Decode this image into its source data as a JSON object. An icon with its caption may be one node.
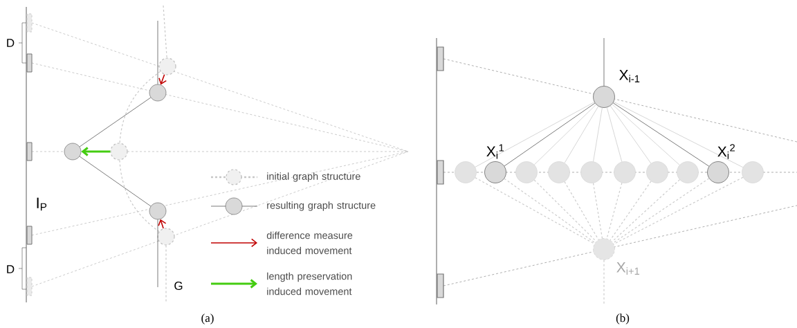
{
  "diagram": {
    "nodes": [
      {
        "text": [],
        "shape": "circle"
      },
      {
        "text": [],
        "shape": "circle"
      },
      {
        "text": [],
        "shape": "circle"
      },
      {
        "text": [],
        "shape": "circle"
      },
      {
        "text": [],
        "shape": "circle"
      },
      {
        "text": [],
        "shape": "circle"
      },
      {
        "text": [],
        "shape": "circle",
        "beside": [
          "X$_{i-1}$"
        ]
      },
      {
        "text": [],
        "shape": "circle"
      },
      {
        "text": [],
        "shape": "circle",
        "beside": [
          "X$_{i}$$^{1}$"
        ]
      },
      {
        "text": [],
        "shape": "circle"
      },
      {
        "text": [],
        "shape": "circle"
      },
      {
        "text": [],
        "shape": "circle"
      },
      {
        "text": [],
        "shape": "circle"
      },
      {
        "text": [],
        "shape": "circle"
      },
      {
        "text": [],
        "shape": "circle"
      },
      {
        "text": [],
        "shape": "circle",
        "beside": [
          "X$_{i}$$^{2}$"
        ]
      },
      {
        "text": [],
        "shape": "circle"
      },
      {
        "text": [],
        "shape": "circle",
        "beside": [
          "X$_{i+1}$"
        ]
      }
    ],
    "edges": [
      {
        "from": 0,
        "to": 1,
        "arrow": "none",
        "style": "dashed",
        "color": "#c8c8c8"
      },
      {
        "from": 1,
        "to": 2,
        "arrow": "none",
        "style": "dashed",
        "color": "#c8c8c8"
      },
      {
        "from": null,
        "to": 0,
        "arrow": "none",
        "style": "dashed",
        "color": "#c8c8c8"
      },
      {
        "from": 2,
        "to": null,
        "arrow": "none",
        "style": "dashed",
        "color": "#c8c8c8"
      },
      {
        "from": 3,
        "to": 4,
        "arrow": "none",
        "color": "#595959"
      },
      {
        "from": 4,
        "to": 5,
        "arrow": "none",
        "color": "#595959"
      },
      {
        "from": null,
        "to": 3,
        "arrow": "none",
        "color": "#595959"
      },
      {
        "from": 5,
        "to": null,
        "arrow": "none",
        "color": "#595959"
      },
      {
        "from": 0,
        "to": 3,
        "arrow": "to",
        "color": "#c00000"
      },
      {
        "from": 1,
        "to": 4,
        "arrow": "to",
        "style": "thick",
        "color": "#44cc11"
      },
      {
        "from": 2,
        "to": 5,
        "arrow": "to",
        "color": "#c00000"
      },
      {
        "from": null,
        "to": 6,
        "arrow": "none",
        "color": "#595959"
      },
      {
        "from": 6,
        "to": 7,
        "arrow": "none",
        "color": "#cccccc"
      },
      {
        "from": 6,
        "to": 8,
        "arrow": "none",
        "color": "#595959"
      },
      {
        "from": 6,
        "to": 9,
        "arrow": "none",
        "color": "#cccccc"
      },
      {
        "from": 6,
        "to": 10,
        "arrow": "none",
        "color": "#cccccc"
      },
      {
        "from": 6,
        "to": 11,
        "arrow": "none",
        "color": "#cccccc"
      },
      {
        "from": 6,
        "to": 12,
        "arrow": "none",
        "color": "#cccccc"
      },
      {
        "from": 6,
        "to": 13,
        "arrow": "none",
        "color": "#cccccc"
      },
      {
        "from": 6,
        "to": 14,
        "arrow": "none",
        "color": "#cccccc"
      },
      {
        "from": 6,
        "to": 15,
        "arrow": "none",
        "color": "#595959"
      },
      {
        "from": 6,
        "to": 16,
        "arrow": "none",
        "color": "#cccccc"
      },
      {
        "from": 7,
        "to": 17,
        "arrow": "none",
        "style": "dashed",
        "color": "#cccccc"
      },
      {
        "from": 8,
        "to": 17,
        "arrow": "none",
        "style": "dashed",
        "color": "#cccccc"
      },
      {
        "from": 9,
        "to": 17,
        "arrow": "none",
        "style": "dashed",
        "color": "#cccccc"
      },
      {
        "from": 10,
        "to": 17,
        "arrow": "none",
        "style": "dashed",
        "color": "#cccccc"
      },
      {
        "from": 11,
        "to": 17,
        "arrow": "none",
        "style": "dashed",
        "color": "#cccccc"
      },
      {
        "from": 12,
        "to": 17,
        "arrow": "none",
        "style": "dashed",
        "color": "#cccccc"
      },
      {
        "from": 13,
        "to": 17,
        "arrow": "none",
        "style": "dashed",
        "color": "#cccccc"
      },
      {
        "from": 14,
        "to": 17,
        "arrow": "none",
        "style": "dashed",
        "color": "#cccccc"
      },
      {
        "from": 15,
        "to": 17,
        "arrow": "none",
        "style": "dashed",
        "color": "#cccccc"
      },
      {
        "from": 16,
        "to": 17,
        "arrow": "none",
        "style": "dashed",
        "color": "#cccccc"
      },
      {
        "from": 17,
        "to": null,
        "arrow": "none",
        "style": "dashed",
        "color": "#cccccc"
      }
    ],
    "labels": [
      "D",
      "D",
      "I$_{P}$",
      "G",
      "(a)",
      "(b)"
    ],
    "legend": [
      {
        "text": "initial graph structure"
      },
      {
        "text": "resulting graph structure"
      },
      {
        "text": "difference measure induced movement"
      },
      {
        "text": "length preservation induced movement"
      }
    ]
  }
}
